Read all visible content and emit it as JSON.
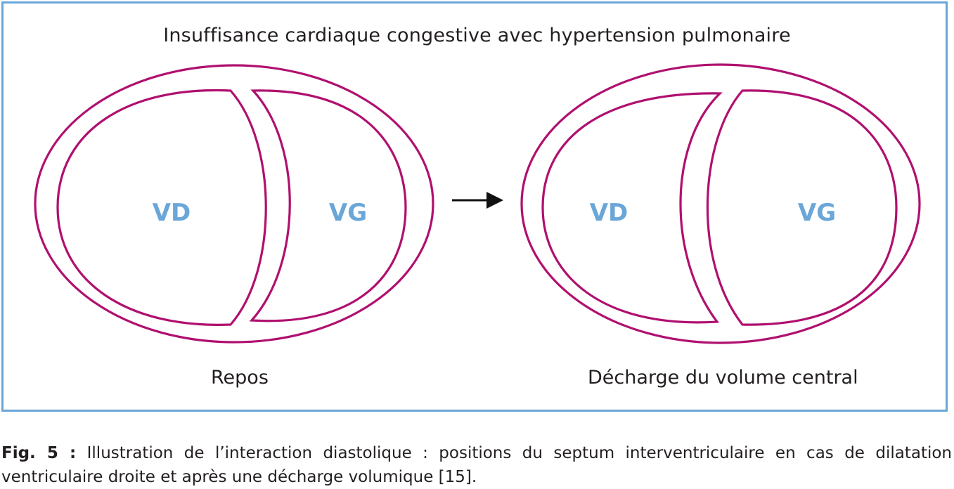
{
  "diagram": {
    "title": "Insuffisance cardiaque congestive avec hypertension pulmonaire",
    "panels": [
      {
        "caption": "Repos",
        "left_label": "VD",
        "right_label": "VG"
      },
      {
        "caption": "Décharge du volume central",
        "left_label": "VD",
        "right_label": "VG"
      }
    ],
    "arrow_icon": "right-arrow-icon",
    "colors": {
      "frame_border": "#6aa6d8",
      "wall_stroke": "#b0106f",
      "label_fill": "#6aa6d8"
    }
  },
  "caption": {
    "fig_label": "Fig. 5 :",
    "text": " Illustration de l’interaction diastolique : positions du septum interventriculaire en cas de dilatation ventriculaire droite et après une décharge volumique [15]."
  }
}
